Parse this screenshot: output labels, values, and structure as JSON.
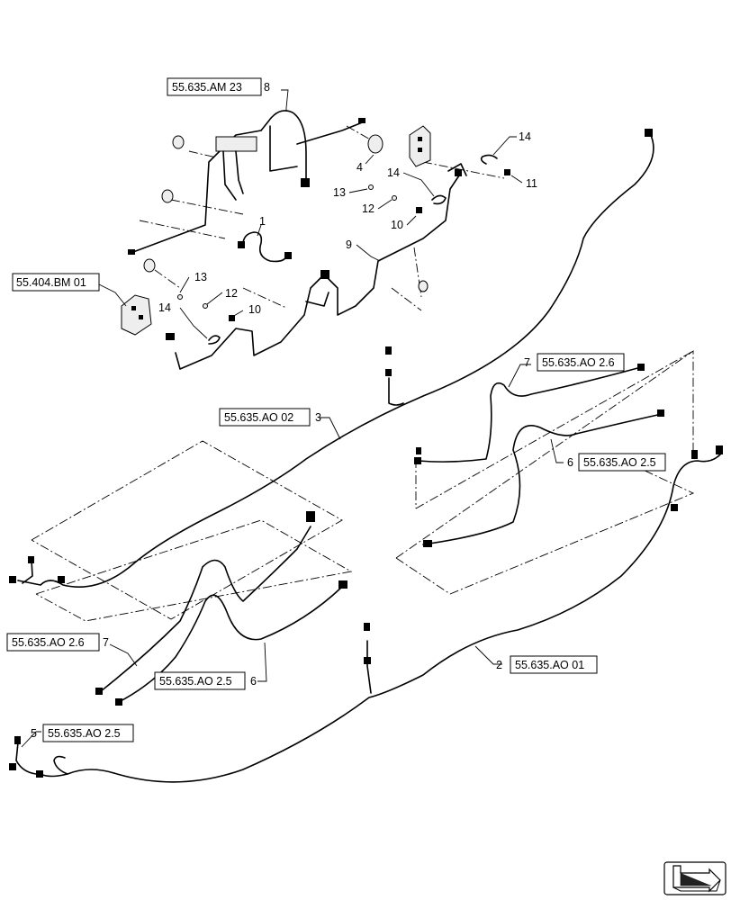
{
  "diagram": {
    "references": {
      "ref_am23": "55.635.AM 23",
      "ref_bm01": "55.404.BM 01",
      "ref_ao02": "55.635.AO 02",
      "ref_ao26_right": "55.635.AO 2.6",
      "ref_ao25_right": "55.635.AO 2.5",
      "ref_ao26_left": "55.635.AO 2.6",
      "ref_ao25_mid": "55.635.AO 2.5",
      "ref_ao01": "55.635.AO 01",
      "ref_ao25_bottom": "55.635.AO 2.5"
    },
    "callouts": {
      "c8": "8",
      "c1": "1",
      "c4": "4",
      "c14_top": "14",
      "c11": "11",
      "c14_mid": "14",
      "c13_top": "13",
      "c12_top": "12",
      "c10_top": "10",
      "c9": "9",
      "c13_left": "13",
      "c12_left": "12",
      "c10_left": "10",
      "c14_left": "14",
      "c3": "3",
      "c7_right": "7",
      "c6_right": "6",
      "c7_left": "7",
      "c6_mid": "6",
      "c2": "2",
      "c5": "5"
    }
  }
}
